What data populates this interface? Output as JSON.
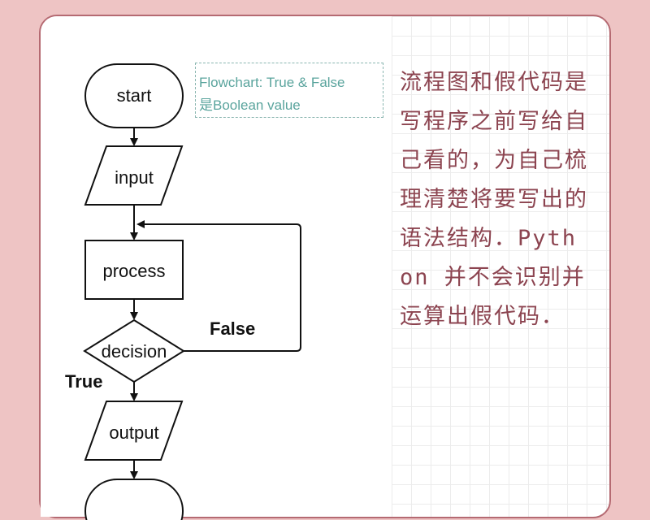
{
  "flowchart": {
    "nodes": {
      "start": "start",
      "input": "input",
      "process": "process",
      "decision": "decision",
      "output": "output"
    },
    "labels": {
      "true": "True",
      "false": "False"
    },
    "note": {
      "line1": "Flowchart: True & False",
      "line2": "是Boolean value"
    }
  },
  "description": {
    "text": "流程图和假代码是写程序之前写给自己看的，为自己梳理清楚将要写出的语法结构．Python 并不会识别并运算出假代码．"
  },
  "colors": {
    "background": "#eec4c4",
    "card_border": "#b56a72",
    "note_text": "#5aa49d",
    "side_text": "#8c4450"
  }
}
